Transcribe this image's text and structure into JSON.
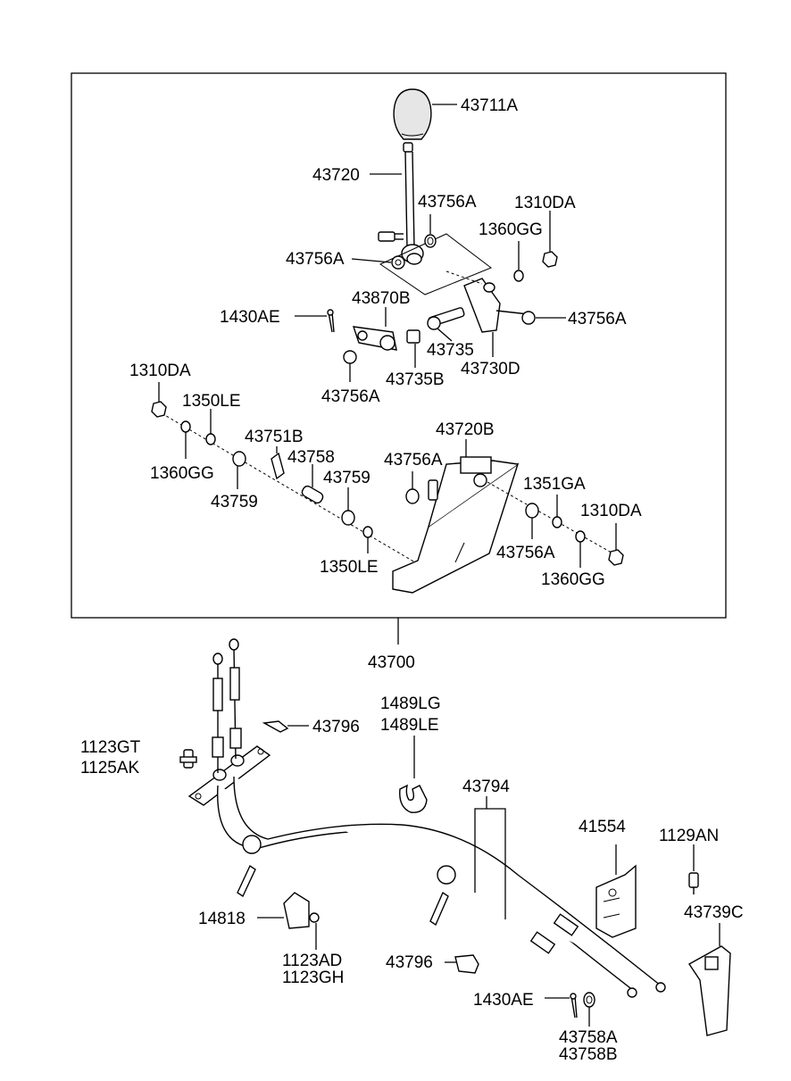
{
  "labels": {
    "p43711A": "43711A",
    "p43720": "43720",
    "p43756A_1": "43756A",
    "p1310DA_1": "1310DA",
    "p1360GG_1": "1360GG",
    "p43756A_2": "43756A",
    "p43870B": "43870B",
    "p1430AE_1": "1430AE",
    "p43756A_3": "43756A",
    "p43735": "43735",
    "p43735B": "43735B",
    "p43730D": "43730D",
    "p43756A_4": "43756A",
    "p1310DA_2": "1310DA",
    "p1350LE_1": "1350LE",
    "p43751B": "43751B",
    "p43720B": "43720B",
    "p1360GG_2": "1360GG",
    "p43758": "43758",
    "p43756A_5": "43756A",
    "p43759_1": "43759",
    "p1351GA": "1351GA",
    "p43759_2": "43759",
    "p1310DA_3": "1310DA",
    "p43756A_6": "43756A",
    "p1350LE_2": "1350LE",
    "p1360GG_3": "1360GG",
    "p43700": "43700",
    "p1489LG": "1489LG",
    "p1489LE": "1489LE",
    "p43796_1": "43796",
    "p1123GT": "1123GT",
    "p1125AK": "1125AK",
    "p43794": "43794",
    "p41554": "41554",
    "p1129AN": "1129AN",
    "p14818": "14818",
    "p43739C": "43739C",
    "p1123AD": "1123AD",
    "p1123GH": "1123GH",
    "p43796_2": "43796",
    "p1430AE_2": "1430AE",
    "p43758A": "43758A",
    "p43758B": "43758B"
  }
}
